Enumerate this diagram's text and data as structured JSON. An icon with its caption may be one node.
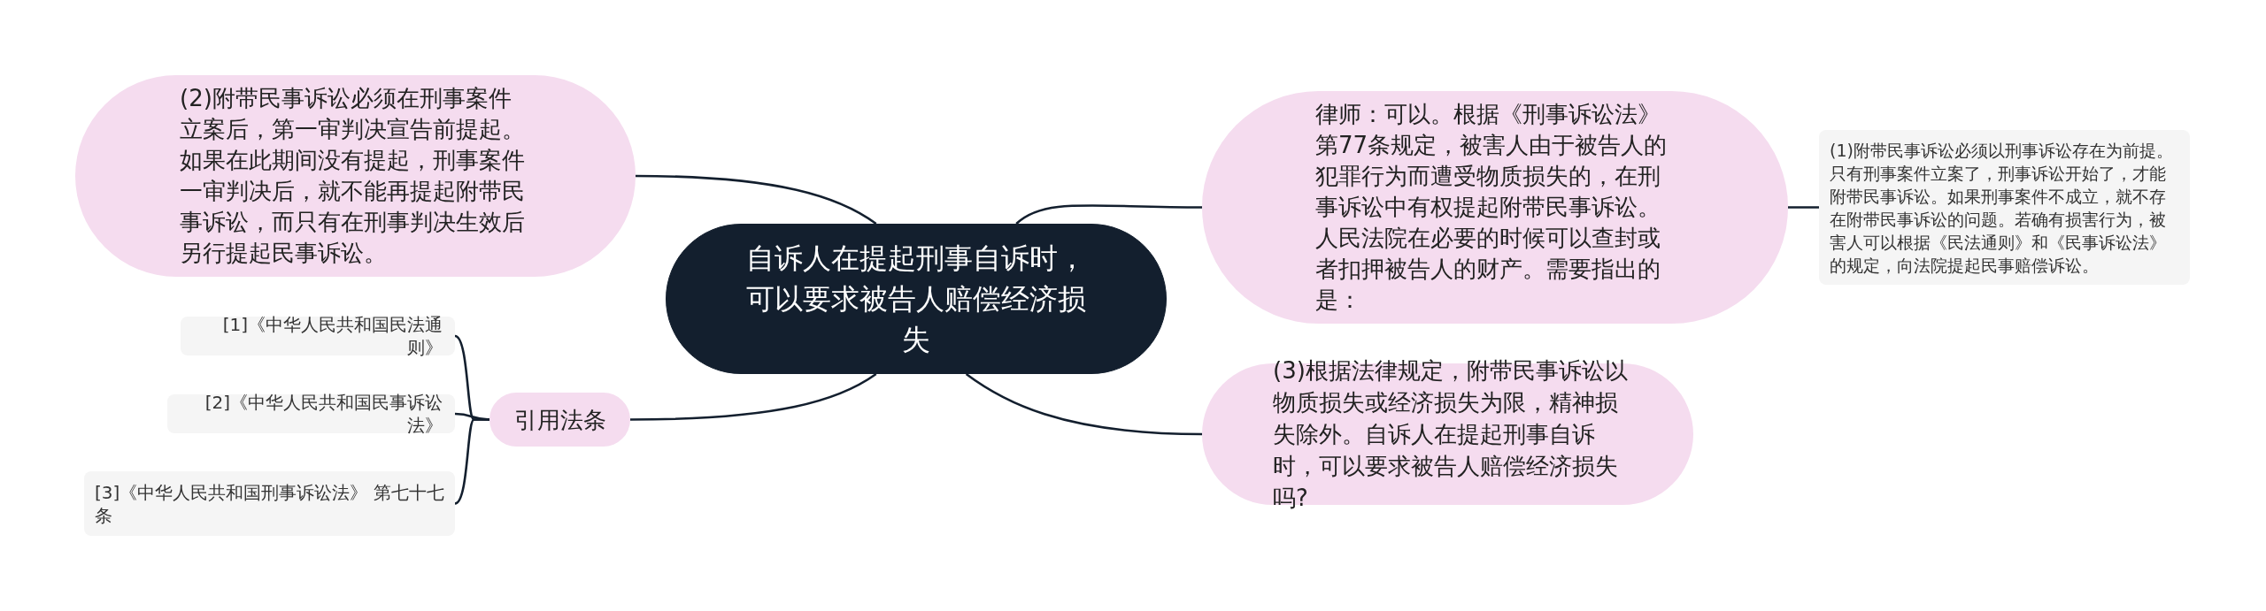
{
  "diagram": {
    "nodes": [
      {
        "text": [
          "自诉人在提起刑事自诉时，可以要求被告人赔偿经济损失"
        ]
      },
      {
        "text": [
          "律师：可以。根据《刑事诉讼法》第77条规定，被害人由于被告人的犯罪行为而遭受物质损失的，在刑事诉讼中有权提起附带民事诉讼。人民法院在必要的时候可以查封或者扣押被告人的财产。需要指出的是："
        ]
      },
      {
        "text": [
          "(1)附带民事诉讼必须以刑事诉讼存在为前提。只有刑事案件立案了，刑事诉讼开始了，才能附带民事诉讼。如果刑事案件不成立，就不存在附带民事诉讼的问题。若确有损害行为，被害人可以根据《民法通则》和《民事诉讼法》的规定，向法院提起民事赔偿诉讼。"
        ]
      },
      {
        "text": [
          "(2)附带民事诉讼必须在刑事案件立案后，第一审判决宣告前提起。如果在此期间没有提起，刑事案件一审判决后，就不能再提起附带民事诉讼，而只有在刑事判决生效后另行提起民事诉讼。"
        ]
      },
      {
        "text": [
          "(3)根据法律规定，附带民事诉讼以物质损失或经济损失为限，精神损失除外。自诉人在提起刑事自诉时，可以要求被告人赔偿经济损失吗?"
        ]
      },
      {
        "text": [
          "引用法条"
        ]
      },
      {
        "text": [
          "[1]《中华人民共和国民法通则》"
        ]
      },
      {
        "text": [
          "[2]《中华人民共和国民事诉讼法》"
        ]
      },
      {
        "text": [
          "[3]《中华人民共和国刑事诉讼法》 第七十七条"
        ]
      }
    ],
    "edges": [
      {
        "from": 0,
        "to": 1,
        "arrow": "none"
      },
      {
        "from": 1,
        "to": 2,
        "arrow": "none"
      },
      {
        "from": 0,
        "to": 3,
        "arrow": "none"
      },
      {
        "from": 0,
        "to": 4,
        "arrow": "none"
      },
      {
        "from": 0,
        "to": 5,
        "arrow": "none"
      },
      {
        "from": 5,
        "to": 6,
        "arrow": "none"
      },
      {
        "from": 5,
        "to": 7,
        "arrow": "none"
      },
      {
        "from": 5,
        "to": 8,
        "arrow": "none"
      }
    ]
  }
}
